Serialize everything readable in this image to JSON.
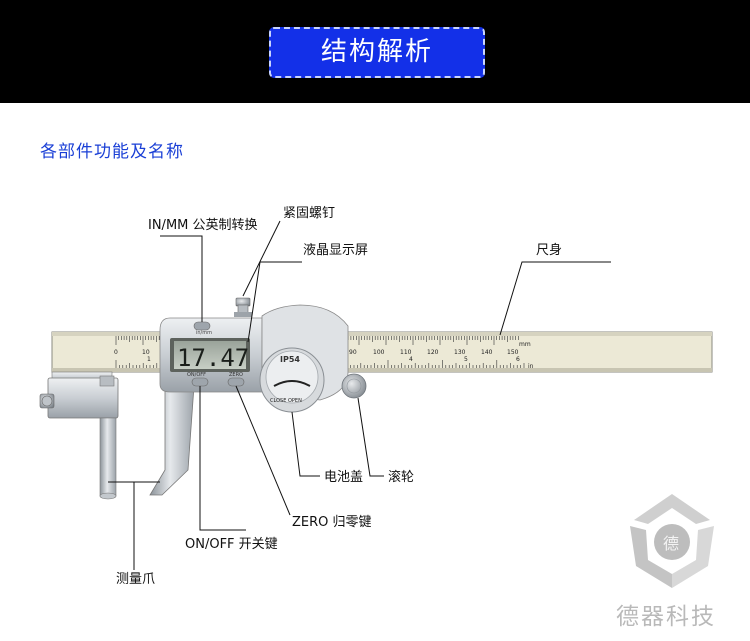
{
  "header": {
    "title": "结构解析"
  },
  "section": {
    "subtitle": "各部件功能及名称"
  },
  "caliper": {
    "display_value": "17.47",
    "display_unit": "in/mm",
    "button_onoff": "ON/OFF",
    "button_zero": "ZERO",
    "cover_rating": "IP54",
    "cover_text": "CLOSE  OPEN",
    "scale_mm_unit": "mm",
    "scale_in_unit": "in",
    "scale_mm_numbers": [
      "0",
      "10",
      "90",
      "100",
      "110",
      "120",
      "130",
      "140",
      "150"
    ],
    "scale_in_numbers": [
      "1",
      "4",
      "5",
      "6"
    ]
  },
  "labels": {
    "in_mm_switch": "IN/MM 公英制转换",
    "lock_screw": "紧固螺钉",
    "lcd": "液晶显示屏",
    "beam": "尺身",
    "battery_cover": "电池盖",
    "thumb_roller": "滚轮",
    "zero_key": "ZERO 归零键",
    "onoff_key": "ON/OFF 开关键",
    "jaw": "测量爪"
  },
  "brand": {
    "name": "德器科技",
    "logo_char": "德"
  }
}
